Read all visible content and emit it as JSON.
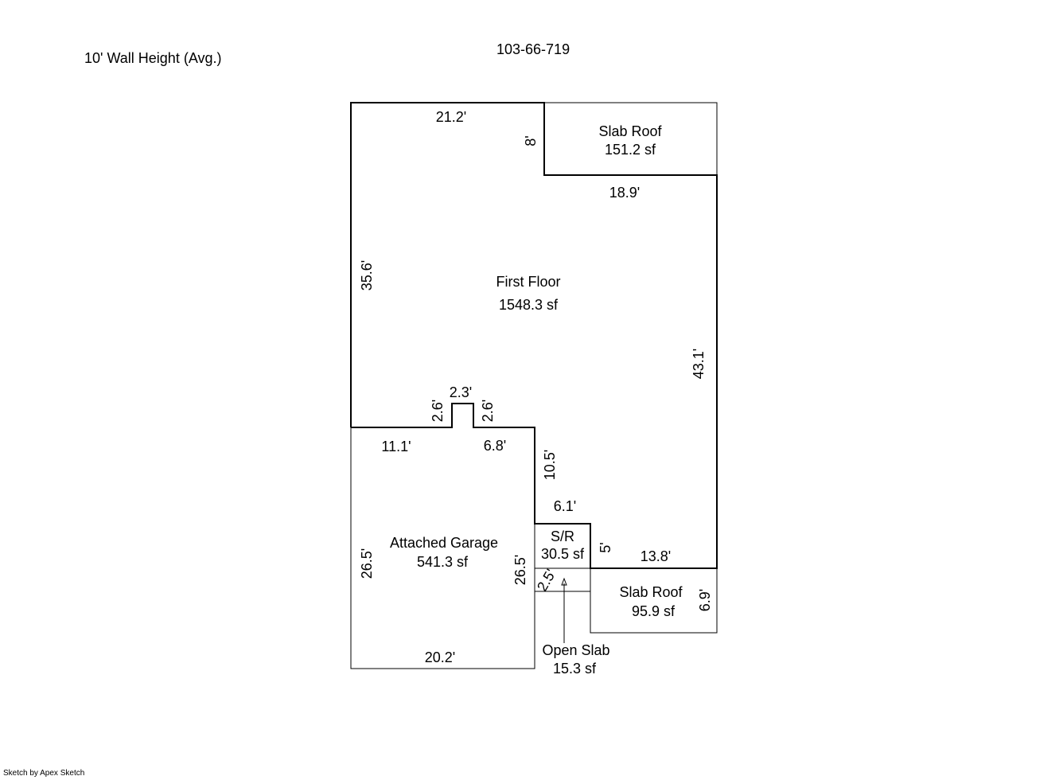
{
  "header": {
    "wall_height": "10' Wall Height (Avg.)",
    "parcel_id": "103-66-719"
  },
  "footer": {
    "credit": "Sketch by Apex Sketch"
  },
  "areas": {
    "first_floor": {
      "name": "First Floor",
      "area": "1548.3 sf"
    },
    "slab_roof_top": {
      "name": "Slab Roof",
      "area": "151.2 sf"
    },
    "attached_garage": {
      "name": "Attached Garage",
      "area": "541.3 sf"
    },
    "sr": {
      "name": "S/R",
      "area": "30.5 sf"
    },
    "slab_roof_bottom": {
      "name": "Slab Roof",
      "area": "95.9 sf"
    },
    "open_slab": {
      "name": "Open Slab",
      "area": "15.3 sf"
    }
  },
  "dimensions": {
    "top_width": "21.2'",
    "slab_roof_height": "8'",
    "slab_roof_width": "18.9'",
    "left_height": "35.6'",
    "right_height": "43.1'",
    "bump_width": "2.3'",
    "bump_left": "2.6'",
    "bump_right": "2.6'",
    "garage_top_left": "11.1'",
    "garage_top_right": "6.8'",
    "step_down": "10.5'",
    "sr_width": "6.1'",
    "sr_height": "5'",
    "lower_width": "13.8'",
    "garage_left": "26.5'",
    "garage_right": "26.5'",
    "open_slab_depth": "2.5'",
    "slab_roof_bottom_height": "6.9'",
    "garage_bottom": "20.2'"
  }
}
